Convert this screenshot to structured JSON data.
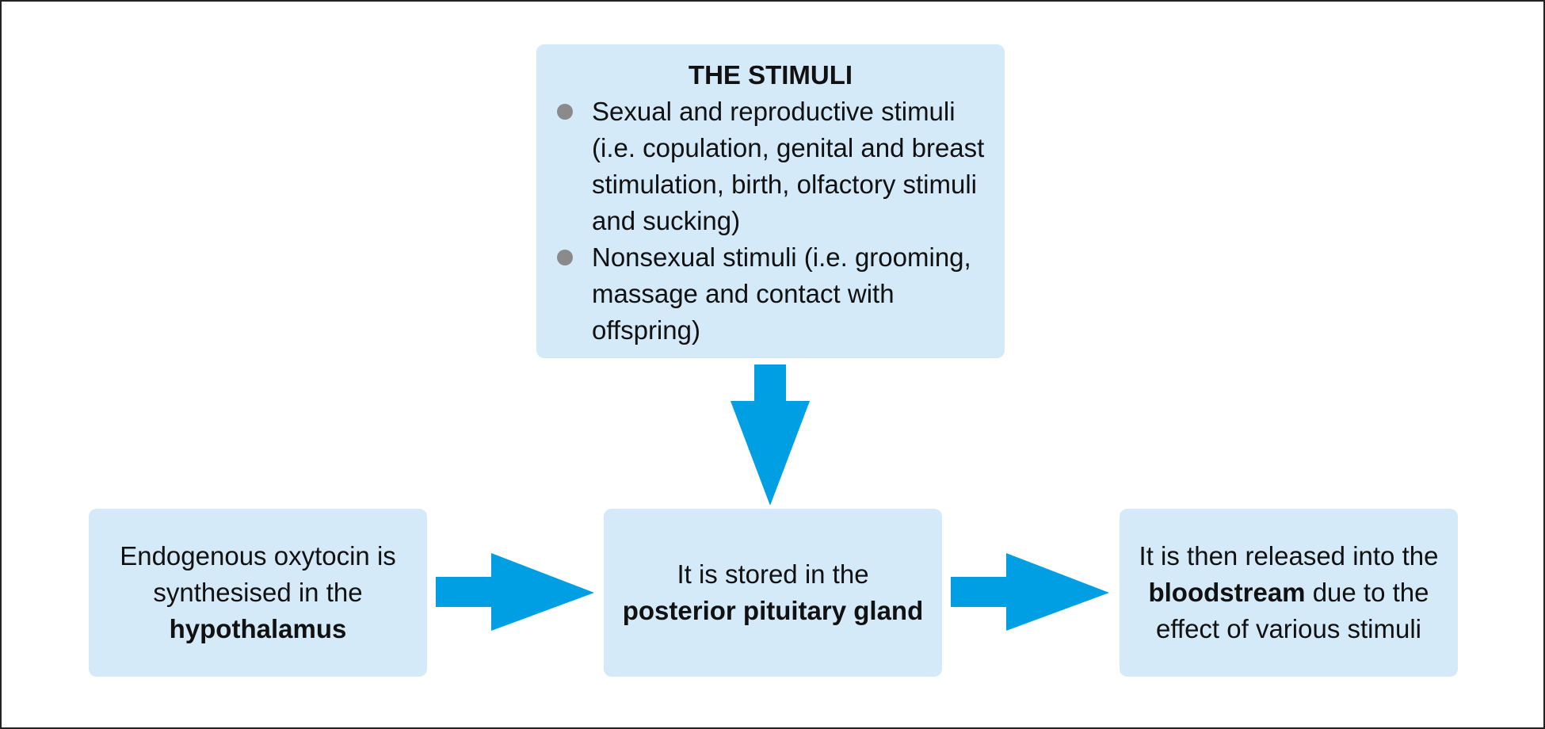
{
  "stimuli": {
    "title": "THE STIMULI",
    "items": [
      {
        "text": "Sexual and reproductive stimuli (i.e. copulation, genital and breast stimulation, birth, olfactory stimuli and sucking)"
      },
      {
        "text": "Nonsexual stimuli (i.e. grooming, massage and contact with offspring)"
      }
    ]
  },
  "steps": {
    "hypothalamus": {
      "before": "Endogenous oxytocin is synthesised in the ",
      "bold": "hypothalamus",
      "after": ""
    },
    "pituitary": {
      "before": "It is stored in the ",
      "bold": "posterior pituitary gland",
      "after": ""
    },
    "bloodstream": {
      "before": "It is then released into the ",
      "bold": "bloodstream",
      "after": " due to the effect of various stimuli"
    }
  },
  "colors": {
    "box_fill": "#d4eaf9",
    "arrow": "#009fe3",
    "bullet": "#8a8a8a",
    "frame": "#222222"
  },
  "icons": {
    "bullet": "filled-circle",
    "connector": "block-arrow"
  }
}
